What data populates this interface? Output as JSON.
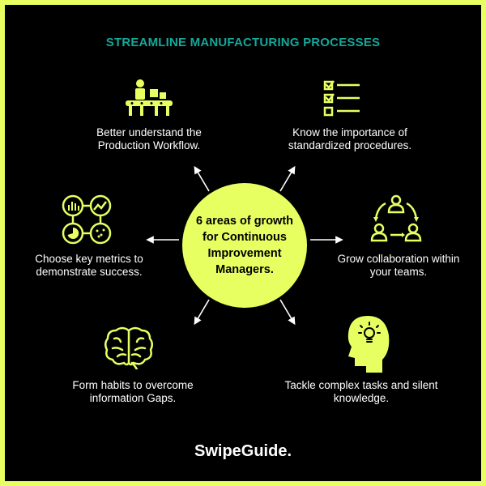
{
  "title": "STREAMLINE MANUFACTURING PROCESSES",
  "center": {
    "text": "6 areas of growth for Continuous Improvement Managers."
  },
  "areas": [
    {
      "text": "Better understand the Production Workflow.",
      "icon": "production-line-icon"
    },
    {
      "text": "Know the importance of standardized procedures.",
      "icon": "checklist-icon"
    },
    {
      "text": "Choose key metrics to demonstrate success.",
      "icon": "metrics-dashboard-icon"
    },
    {
      "text": "Grow collaboration within your teams.",
      "icon": "team-collaboration-icon"
    },
    {
      "text": "Form habits to overcome information Gaps.",
      "icon": "brain-icon"
    },
    {
      "text": "Tackle complex tasks and silent knowledge.",
      "icon": "head-lightbulb-icon"
    }
  ],
  "brand": {
    "name": "SwipeGuide."
  },
  "colors": {
    "accent": "#e8ff62",
    "title": "#14a89a",
    "background": "#000000",
    "text": "#ffffff"
  }
}
